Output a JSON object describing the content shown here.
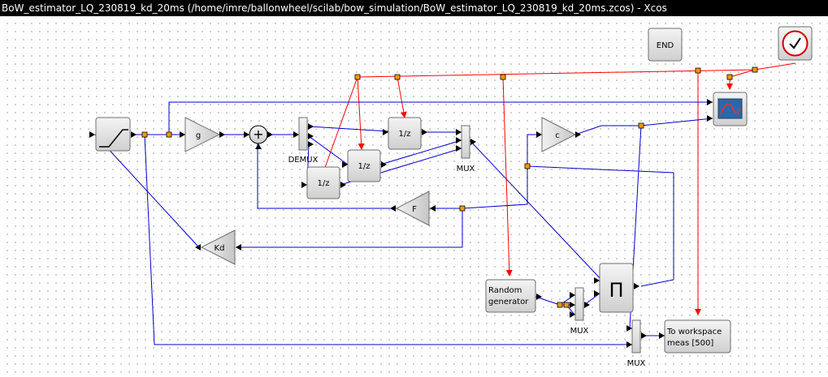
{
  "window": {
    "title": "BoW_estimator_LQ_230819_kd_20ms (/home/imre/ballonwheel/scilab/bow_simulation/BoW_estimator_LQ_230819_kd_20ms.zcos) - Xcos"
  },
  "blocks": {
    "end": {
      "label": "END"
    },
    "clock": {
      "icon": "clock-icon"
    },
    "scope": {
      "icon": "scope-icon"
    },
    "ramp": {
      "icon": "ramp-icon"
    },
    "gain_g": {
      "label": "g"
    },
    "sum": {
      "label": "+"
    },
    "demux": {
      "label": "DEMUX"
    },
    "delay_top": {
      "label": "1/z"
    },
    "delay_mid": {
      "label": "1/z"
    },
    "delay_bot": {
      "label": "1/z"
    },
    "mux_main": {
      "label": "MUX"
    },
    "gain_c": {
      "label": "c"
    },
    "gain_f": {
      "label": "F"
    },
    "gain_kd": {
      "label": "Kd"
    },
    "random": {
      "line1": "Random",
      "line2": "generator"
    },
    "mux_rand": {
      "label": "MUX"
    },
    "product": {
      "label": "Π"
    },
    "mux_ws": {
      "label": "MUX"
    },
    "workspace": {
      "line1": "To workspace",
      "line2": "meas [500]"
    }
  },
  "colors": {
    "signal_link": "#0000cc",
    "event_link": "#ff0000",
    "port": "#ff9900",
    "block_border": "#6e6e6e"
  }
}
